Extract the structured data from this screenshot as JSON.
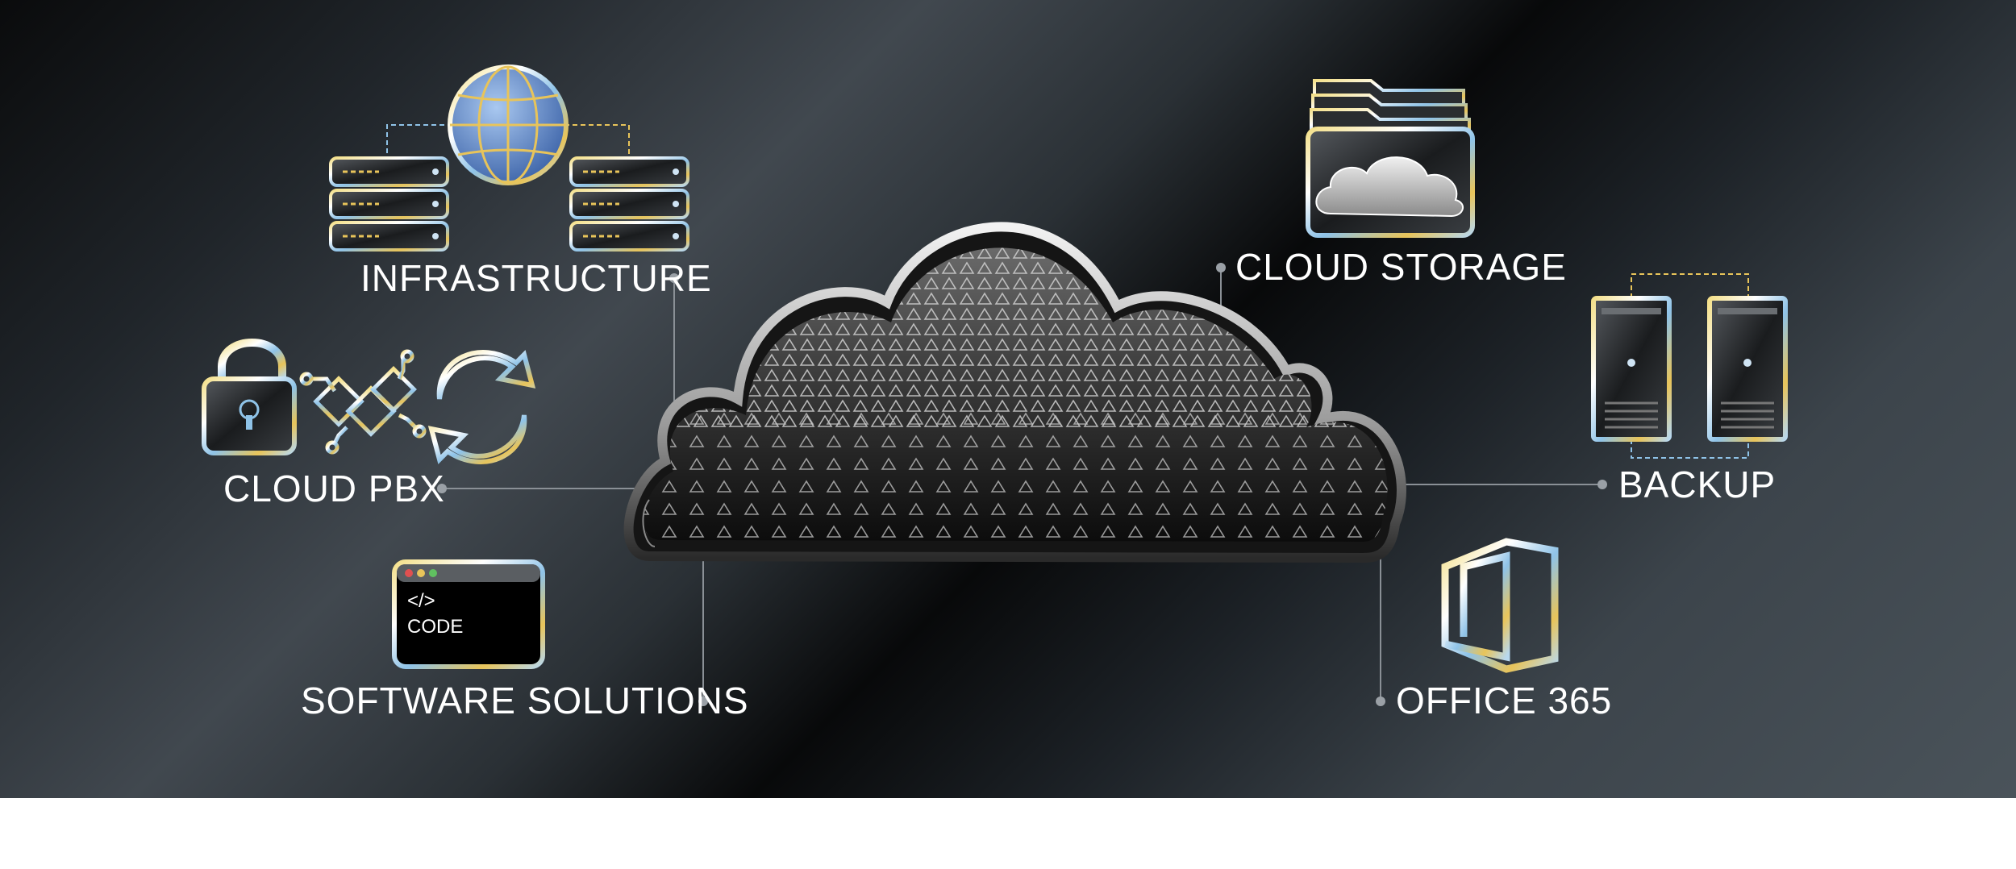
{
  "labels": {
    "infrastructure": "INFRASTRUCTURE",
    "cloud_pbx": "CLOUD PBX",
    "software_solutions": "SOFTWARE SOLUTIONS",
    "cloud_storage": "CLOUD STORAGE",
    "backup": "BACKUP",
    "office_365": "OFFICE 365"
  },
  "code_window": {
    "line1": "</>",
    "line2": "CODE"
  },
  "icons": [
    "globe-server-icon",
    "lock-icon",
    "circuit-icon",
    "sync-arrows-icon",
    "code-window-icon",
    "cloud-folder-icon",
    "server-tower-icon",
    "office-365-icon",
    "cloud-icon"
  ],
  "colors": {
    "background_dark": "#0a0b0c",
    "background_light": "#4a535a",
    "accent_gold": "#e8c45a",
    "accent_blue": "#8fc3e8",
    "text": "#ffffff"
  }
}
